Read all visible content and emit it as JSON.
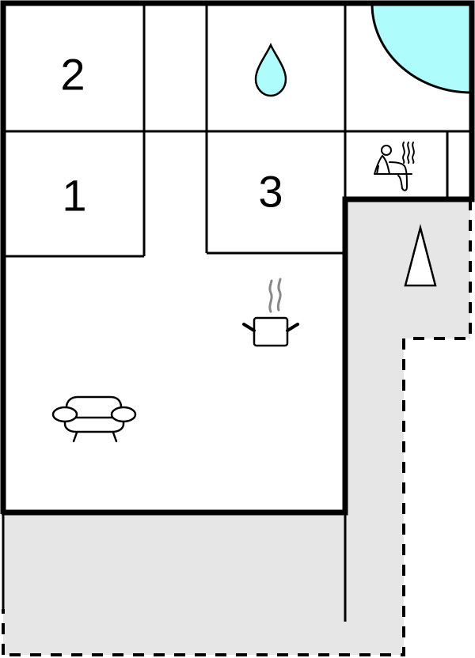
{
  "plan": {
    "type": "floor-plan",
    "colors": {
      "wall": "#000000",
      "interior": "#ffffff",
      "outdoor": "#e6e6e6",
      "water": "#aefcfc",
      "steam": "#888888"
    },
    "rooms": [
      {
        "id": "bedroom-2",
        "label": "2"
      },
      {
        "id": "bedroom-1",
        "label": "1"
      },
      {
        "id": "bedroom-3",
        "label": "3"
      }
    ],
    "icons": [
      {
        "name": "bathroom-water-drop-icon",
        "meaning": "bathroom"
      },
      {
        "name": "pool-quarter-circle-icon",
        "meaning": "pool / hot tub"
      },
      {
        "name": "sauna-icon",
        "meaning": "sauna"
      },
      {
        "name": "kitchen-pot-icon",
        "meaning": "kitchen"
      },
      {
        "name": "living-room-sofa-icon",
        "meaning": "living room"
      },
      {
        "name": "north-arrow-icon",
        "meaning": "north"
      }
    ],
    "areas": [
      {
        "id": "terrace-right",
        "meaning": "outdoor terrace"
      },
      {
        "id": "terrace-bottom",
        "meaning": "outdoor terrace"
      }
    ]
  }
}
